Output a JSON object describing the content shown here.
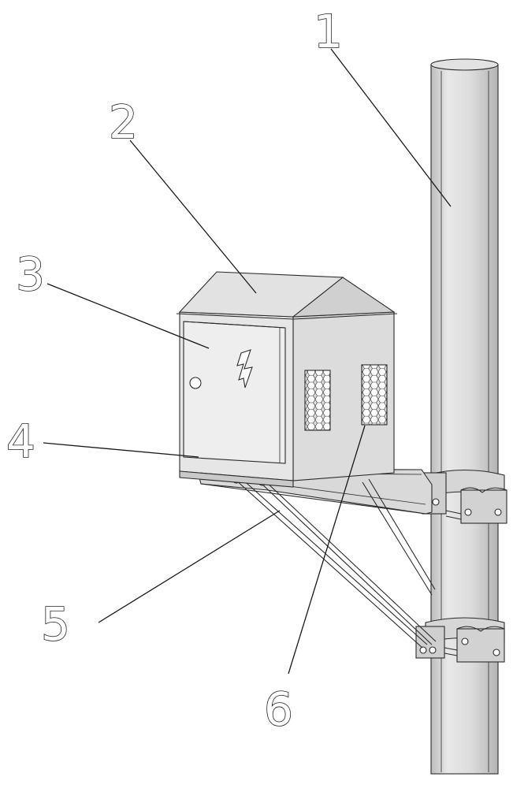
{
  "labels": {
    "pole": "1",
    "roof": "2",
    "door": "3",
    "base_plate": "4",
    "brace_rods": "5",
    "vent_grille": "6"
  },
  "colors": {
    "line": "#2a2a2a",
    "metal_light": "#e4e4e4",
    "metal_mid": "#d2d2d2",
    "metal_dark": "#bdbdbd",
    "background": "#ffffff"
  },
  "icons": {
    "door_symbol": "lightning-bolt-icon",
    "vent_pattern": "hexagon-mesh-icon"
  }
}
